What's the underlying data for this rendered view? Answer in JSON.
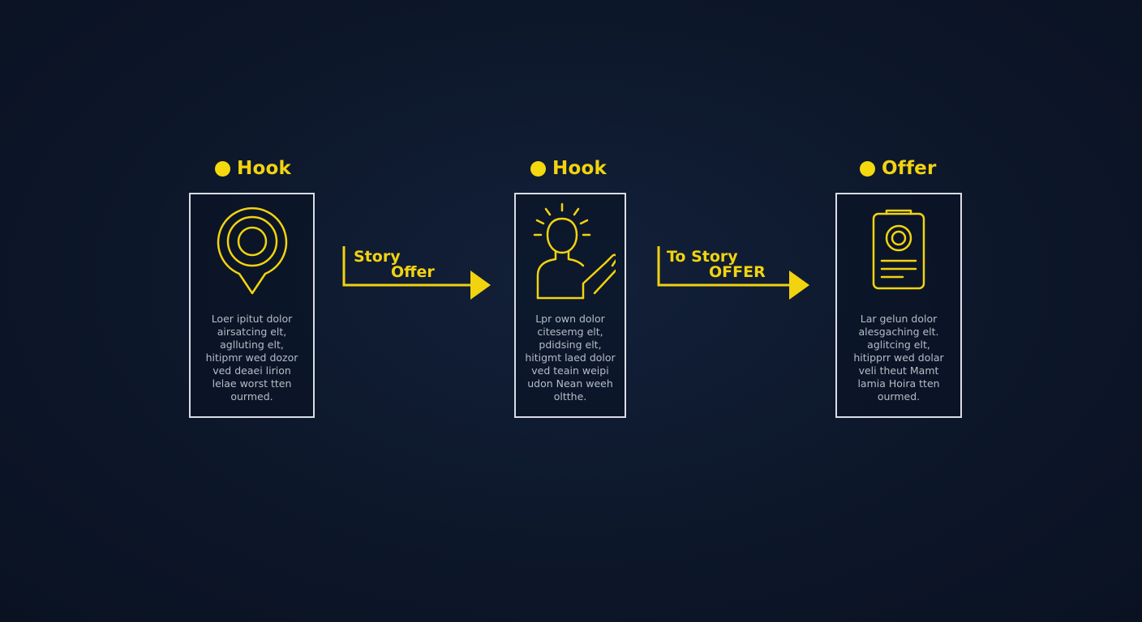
{
  "accent_color": "#f2d310",
  "stages": [
    {
      "title": "Hook",
      "icon": "location-pin-icon",
      "body": "Loer ipitut dolor\nairsatcing elt,\naglluting elt,\nhitipmr wed dozor\nved deaei lirion\nlelae worst tten\nourmed."
    },
    {
      "title": "Hook",
      "icon": "person-idea-icon",
      "body": "Lpr own dolor\ncitesemg elt,\npdidsing elt,\nhitigmt laed dolor\nved teain weipi\nudon Nean weeh\noltthe."
    },
    {
      "title": "Offer",
      "icon": "offer-document-icon",
      "body": "Lar gelun dolor\nalesgaching elt.\naglitcing elt,\nhitipprr wed dolar\nveli theut Mamt\nlamia Hoira tten\nourmed."
    }
  ],
  "connectors": [
    {
      "line1": "Story",
      "line2": "Offer"
    },
    {
      "line1": "To Story",
      "line2": "OFFER"
    }
  ]
}
